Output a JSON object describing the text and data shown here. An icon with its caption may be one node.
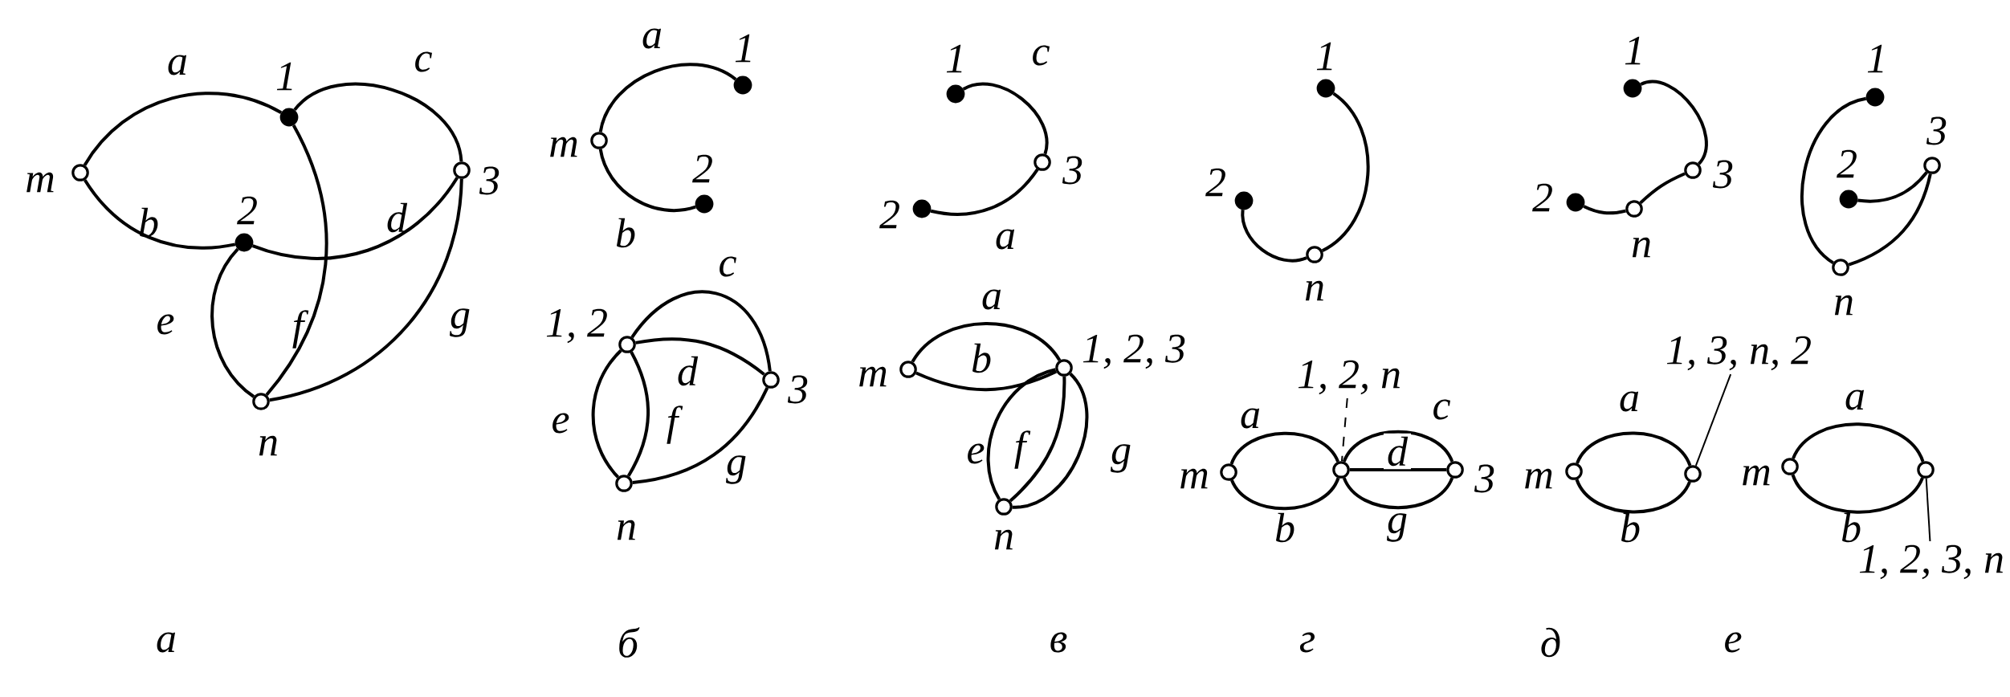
{
  "diagram": {
    "nodes": [
      {
        "text": [],
        "shape": "circle",
        "beside": [
          "m"
        ]
      },
      {
        "text": [],
        "shape": "dot",
        "beside": [
          "1"
        ]
      },
      {
        "text": [],
        "shape": "circle",
        "beside": [
          "3"
        ]
      },
      {
        "text": [],
        "shape": "dot",
        "beside": [
          "2"
        ]
      },
      {
        "text": [],
        "shape": "circle",
        "beside": [
          "n"
        ]
      },
      {
        "text": [],
        "shape": "circle",
        "beside": [
          "m"
        ]
      },
      {
        "text": [],
        "shape": "dot",
        "beside": [
          "1"
        ]
      },
      {
        "text": [],
        "shape": "dot",
        "beside": [
          "2"
        ]
      },
      {
        "text": [],
        "shape": "circle",
        "beside": [
          "1, 2"
        ]
      },
      {
        "text": [],
        "shape": "circle",
        "beside": [
          "3"
        ]
      },
      {
        "text": [],
        "shape": "circle",
        "beside": [
          "n"
        ]
      },
      {
        "text": [],
        "shape": "dot",
        "beside": [
          "1"
        ]
      },
      {
        "text": [],
        "shape": "circle",
        "beside": [
          "3"
        ]
      },
      {
        "text": [],
        "shape": "dot",
        "beside": [
          "2"
        ]
      },
      {
        "text": [],
        "shape": "circle",
        "beside": [
          "m"
        ]
      },
      {
        "text": [],
        "shape": "circle",
        "beside": [
          "1, 2, 3"
        ]
      },
      {
        "text": [],
        "shape": "circle",
        "beside": [
          "n"
        ]
      },
      {
        "text": [],
        "shape": "dot",
        "beside": [
          "1"
        ]
      },
      {
        "text": [],
        "shape": "dot",
        "beside": [
          "2"
        ]
      },
      {
        "text": [],
        "shape": "circle",
        "beside": [
          "n"
        ]
      },
      {
        "text": [],
        "shape": "circle",
        "beside": [
          "m"
        ]
      },
      {
        "text": [
          "1, 2, n"
        ]
      },
      {
        "text": [],
        "shape": "circle"
      },
      {
        "text": [],
        "shape": "circle",
        "beside": [
          "3"
        ]
      },
      {
        "text": [],
        "shape": "dot",
        "beside": [
          "1"
        ]
      },
      {
        "text": [],
        "shape": "circle",
        "beside": [
          "3"
        ]
      },
      {
        "text": [],
        "shape": "circle",
        "beside": [
          "n"
        ]
      },
      {
        "text": [],
        "shape": "dot",
        "beside": [
          "2"
        ]
      },
      {
        "text": [],
        "shape": "circle",
        "beside": [
          "m"
        ]
      },
      {
        "text": [],
        "shape": "circle"
      },
      {
        "text": [
          "1, 3, n, 2"
        ]
      },
      {
        "text": [],
        "shape": "dot",
        "beside": [
          "1"
        ]
      },
      {
        "text": [],
        "shape": "circle",
        "beside": [
          "3"
        ]
      },
      {
        "text": [],
        "shape": "dot",
        "beside": [
          "2"
        ]
      },
      {
        "text": [],
        "shape": "circle",
        "beside": [
          "n"
        ]
      },
      {
        "text": [],
        "shape": "circle",
        "beside": [
          "m"
        ]
      },
      {
        "text": [],
        "shape": "circle"
      },
      {
        "text": [
          "1, 2, 3, n"
        ]
      }
    ],
    "edges": [
      {
        "from": 0,
        "to": 1,
        "arrow": "none",
        "label": "a"
      },
      {
        "from": 1,
        "to": 2,
        "arrow": "none",
        "label": "c"
      },
      {
        "from": 0,
        "to": 3,
        "arrow": "none",
        "label": "b"
      },
      {
        "from": 3,
        "to": 2,
        "arrow": "none",
        "label": "d"
      },
      {
        "from": 3,
        "to": 4,
        "arrow": "none",
        "label": "e"
      },
      {
        "from": 1,
        "to": 4,
        "arrow": "none",
        "label": "f"
      },
      {
        "from": 2,
        "to": 4,
        "arrow": "none",
        "label": "g"
      },
      {
        "from": 5,
        "to": 6,
        "arrow": "none",
        "label": "a"
      },
      {
        "from": 5,
        "to": 7,
        "arrow": "none",
        "label": "b"
      },
      {
        "from": 8,
        "to": 9,
        "arrow": "none",
        "label": "c"
      },
      {
        "from": 8,
        "to": 9,
        "arrow": "none",
        "label": "d"
      },
      {
        "from": 8,
        "to": 10,
        "arrow": "none",
        "label": "e"
      },
      {
        "from": 8,
        "to": 10,
        "arrow": "none",
        "label": "f"
      },
      {
        "from": 10,
        "to": 9,
        "arrow": "none",
        "label": "g"
      },
      {
        "from": 11,
        "to": 12,
        "arrow": "none",
        "label": "c"
      },
      {
        "from": 13,
        "to": 12,
        "arrow": "none",
        "label": "a"
      },
      {
        "from": 14,
        "to": 15,
        "arrow": "none",
        "label": "a"
      },
      {
        "from": 14,
        "to": 15,
        "arrow": "none",
        "label": "b"
      },
      {
        "from": 15,
        "to": 16,
        "arrow": "none",
        "label": "e"
      },
      {
        "from": 15,
        "to": 16,
        "arrow": "none",
        "label": "f"
      },
      {
        "from": 15,
        "to": 16,
        "arrow": "none",
        "label": "g"
      },
      {
        "from": 17,
        "to": 19,
        "arrow": "none"
      },
      {
        "from": 18,
        "to": 19,
        "arrow": "none"
      },
      {
        "from": 20,
        "to": 22,
        "arrow": "none",
        "label": "a"
      },
      {
        "from": 20,
        "to": 22,
        "arrow": "none",
        "label": "b"
      },
      {
        "from": 22,
        "to": 23,
        "arrow": "none",
        "label": "c"
      },
      {
        "from": 22,
        "to": 23,
        "arrow": "none",
        "label": "d"
      },
      {
        "from": 22,
        "to": 23,
        "arrow": "none",
        "label": "g"
      },
      {
        "from": 21,
        "to": 22,
        "arrow": "none",
        "style": "dashed"
      },
      {
        "from": 24,
        "to": 25,
        "arrow": "none"
      },
      {
        "from": 25,
        "to": 26,
        "arrow": "none"
      },
      {
        "from": 26,
        "to": 27,
        "arrow": "none"
      },
      {
        "from": 28,
        "to": 29,
        "arrow": "none",
        "label": "a"
      },
      {
        "from": 28,
        "to": 29,
        "arrow": "none",
        "label": "b"
      },
      {
        "from": 30,
        "to": 29,
        "arrow": "none"
      },
      {
        "from": 31,
        "to": 34,
        "arrow": "none"
      },
      {
        "from": 33,
        "to": 32,
        "arrow": "none"
      },
      {
        "from": 32,
        "to": 34,
        "arrow": "none"
      },
      {
        "from": 35,
        "to": 36,
        "arrow": "none",
        "label": "a"
      },
      {
        "from": 35,
        "to": 36,
        "arrow": "none",
        "label": "b"
      },
      {
        "from": 37,
        "to": 36,
        "arrow": "none"
      }
    ],
    "labels": [
      "а",
      "б",
      "в",
      "г",
      "д",
      "е"
    ]
  }
}
